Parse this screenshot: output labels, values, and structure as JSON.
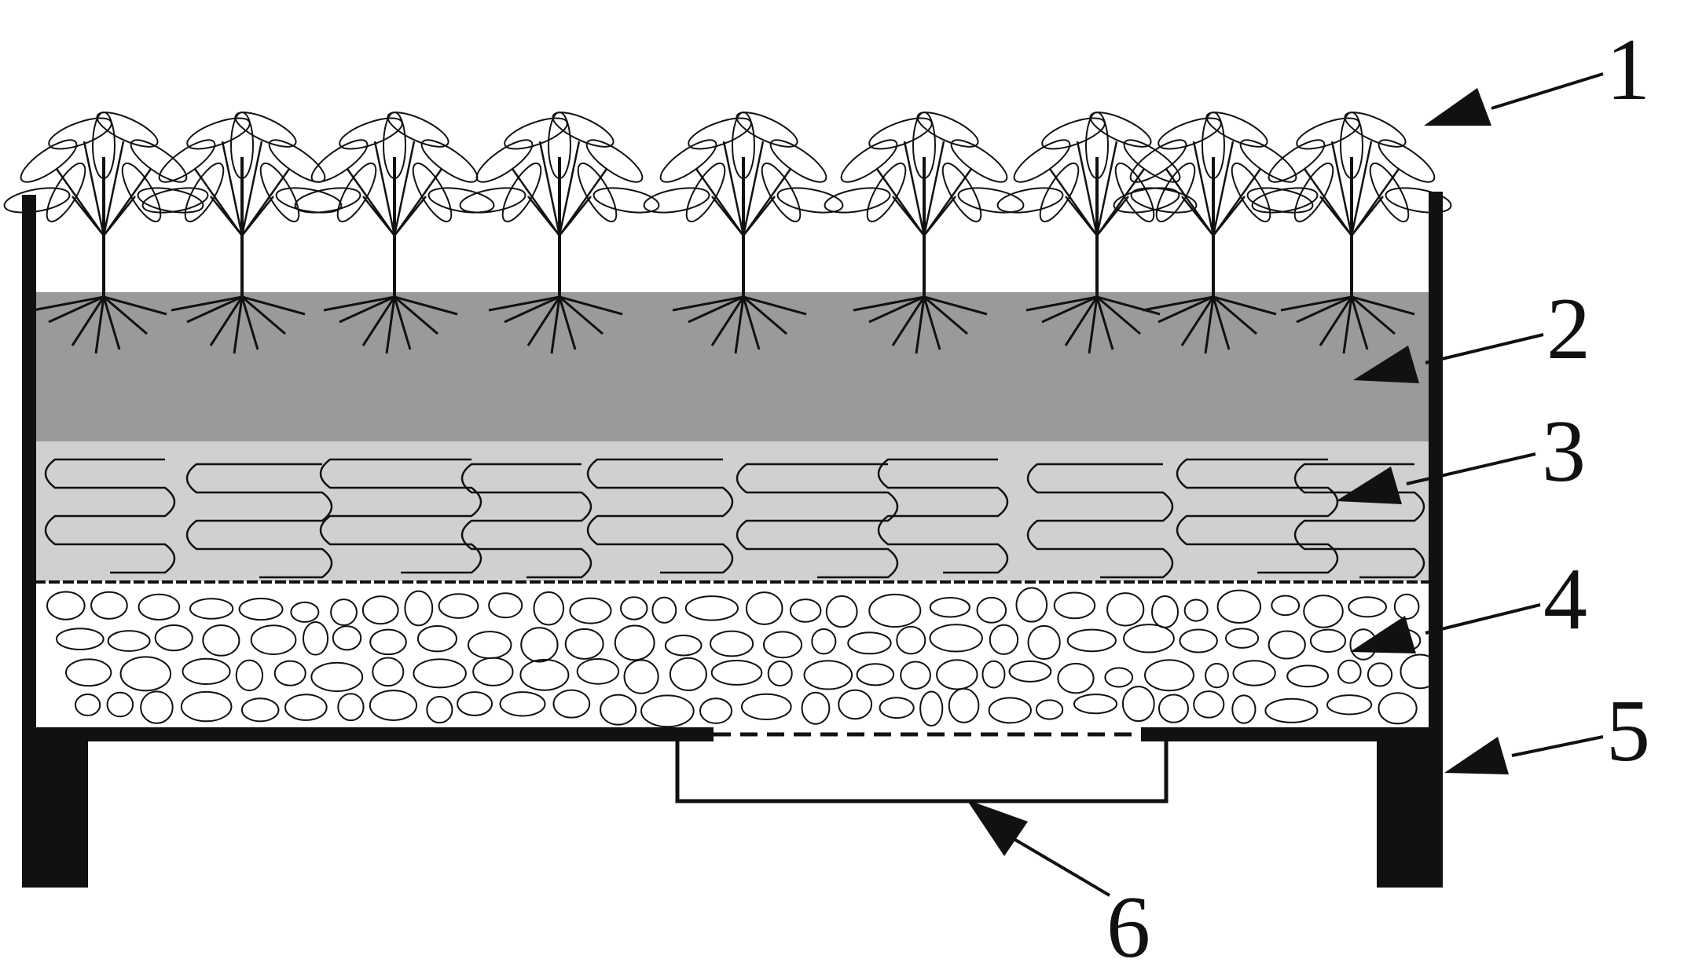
{
  "labels": [
    {
      "id": "plants",
      "text": "1"
    },
    {
      "id": "soil",
      "text": "2"
    },
    {
      "id": "fiber",
      "text": "3"
    },
    {
      "id": "gravel",
      "text": "4"
    },
    {
      "id": "frame",
      "text": "5"
    },
    {
      "id": "outlet",
      "text": "6"
    }
  ],
  "colors": {
    "ink": "#111111",
    "soil_layer": "#9a9a9a",
    "fiber_layer": "#d0d0d0",
    "gravel_layer": "#ffffff"
  },
  "plant_count": 9
}
